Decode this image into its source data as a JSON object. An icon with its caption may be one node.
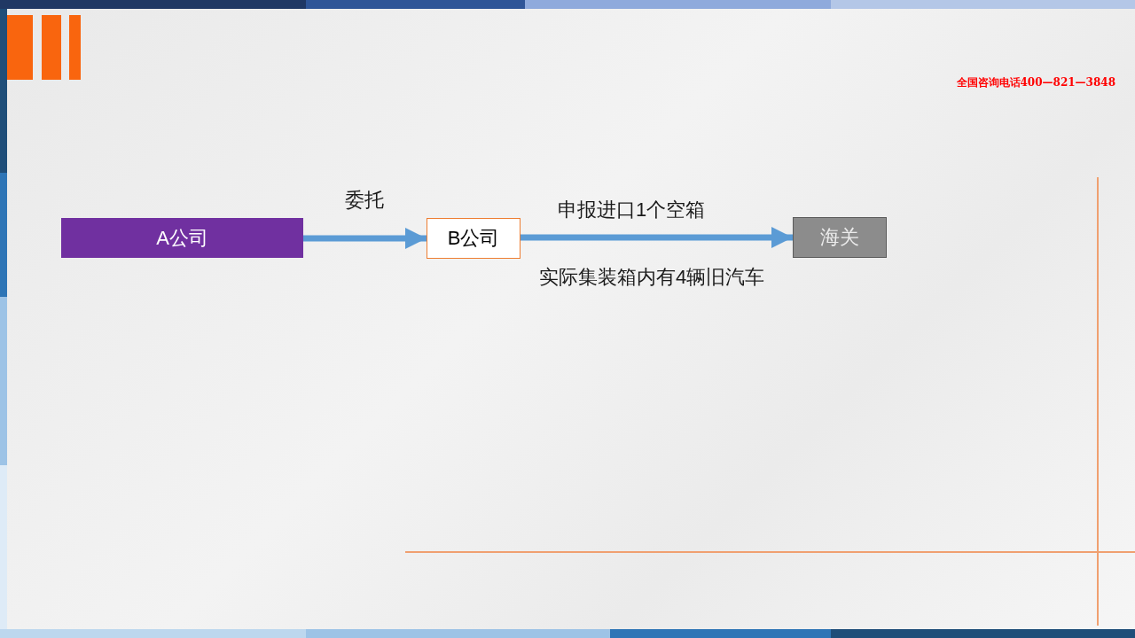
{
  "diagram": {
    "nodes": [
      {
        "text": [
          "A公司"
        ]
      },
      {
        "text": [
          "B公司"
        ]
      },
      {
        "text": [
          "海关"
        ]
      }
    ],
    "edges": [
      {
        "from": 0,
        "to": 1,
        "arrow": "to",
        "label": "委托"
      },
      {
        "from": 1,
        "to": 2,
        "arrow": "to",
        "label": "申报进口1个空箱"
      }
    ],
    "labels": [
      "全国咨询电话400—821—3848",
      "实际集装箱内有4辆旧汽车"
    ]
  }
}
